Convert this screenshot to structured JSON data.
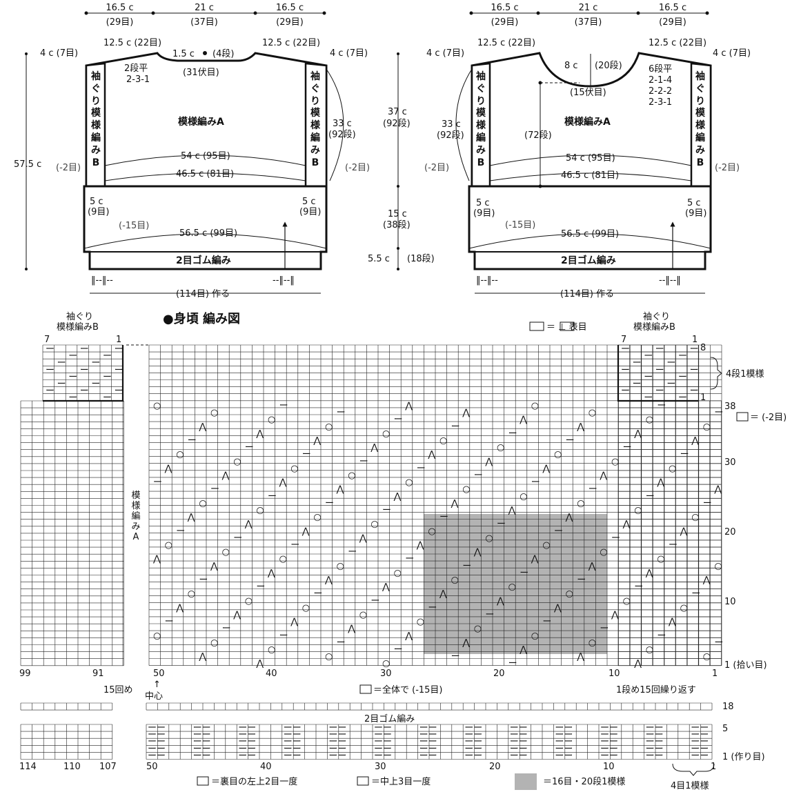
{
  "top_dims": {
    "side": "16.5 c",
    "side_st": "(29目)",
    "center": "21 c",
    "center_st": "(37目)"
  },
  "back": {
    "shoulder": "12.5 c (22目)",
    "arm_left": "4 c (7目)",
    "arm_right": "4 c (7目)",
    "neck_depth": "1.5 c",
    "neck_rows": "(4段)",
    "neck_flat": "2段平",
    "neck_dec": "2-3-1",
    "neck_bind": "(31伏目)",
    "total_height": "57.5 c",
    "armhole": "33 c",
    "armhole_rows": "(92段)",
    "w1": "54 c (95目)",
    "w2": "46.5 c (81目)",
    "w3": "56.5 c (99目)",
    "dec_left": "(-2目)",
    "dec_right": "(-2目)",
    "side_5": "5 c",
    "side_9": "(9目)",
    "dec15": "(-15目)",
    "rib": "2目ゴム編み",
    "cast": "(114目) 作る",
    "pattern_a": "模様編みA",
    "sode_label": "袖ぐり",
    "pattern_b_label": "模様編みB"
  },
  "front": {
    "neck_depth": "8 c",
    "neck_rows": "(20段)",
    "neck_bind": "(15伏目)",
    "neck_flat": "6段平",
    "neck_dec1": "2-1-4",
    "neck_dec2": "2-2-2",
    "neck_dec3": "2-3-1",
    "rows72": "(72段)",
    "armhole": "33 c",
    "armhole_rows": "(92段)"
  },
  "mid_dims": {
    "h1": "37 c",
    "h1_rows": "(92段)",
    "h2": "15 c",
    "h2_rows": "(38段)",
    "h3": "5.5 c",
    "h3_rows": "(18段)"
  },
  "chart": {
    "title": "●身頃 編み図",
    "legend_knit": "＝ ⊥ 表目",
    "pattern_b_top": "袖ぐり",
    "pattern_b_top2": "模様編みB",
    "b_col7": "7",
    "b_col1": "1",
    "row8": "8",
    "row1": "1",
    "repeat4": "4段1模様",
    "row38": "38",
    "row30": "30",
    "row20": "20",
    "row10": "10",
    "row1_pick": "1 (拾い目)",
    "dec2_note": "＝ (-2目)",
    "pattern_a_vert": "模様編みA",
    "cols": [
      "99",
      "91",
      "50",
      "40",
      "30",
      "20",
      "10",
      "1"
    ],
    "note_15": "15回め",
    "center": "中心",
    "dec15_note": "＝全体で (-15目)",
    "repeat15": "1段め15回繰り返す",
    "rib_label": "2目ゴム編み",
    "rib_row18": "18",
    "rib_row5": "5",
    "rib_row1": "1 (作り目)",
    "rib_cols": [
      "114",
      "110",
      "107",
      "50",
      "40",
      "30",
      "20",
      "10",
      "1"
    ],
    "legend1": "＝裏目の左上2目一度",
    "legend2": "＝中上3目一度",
    "legend3": "＝16目・20段1模様",
    "legend4": "4目1模様"
  }
}
